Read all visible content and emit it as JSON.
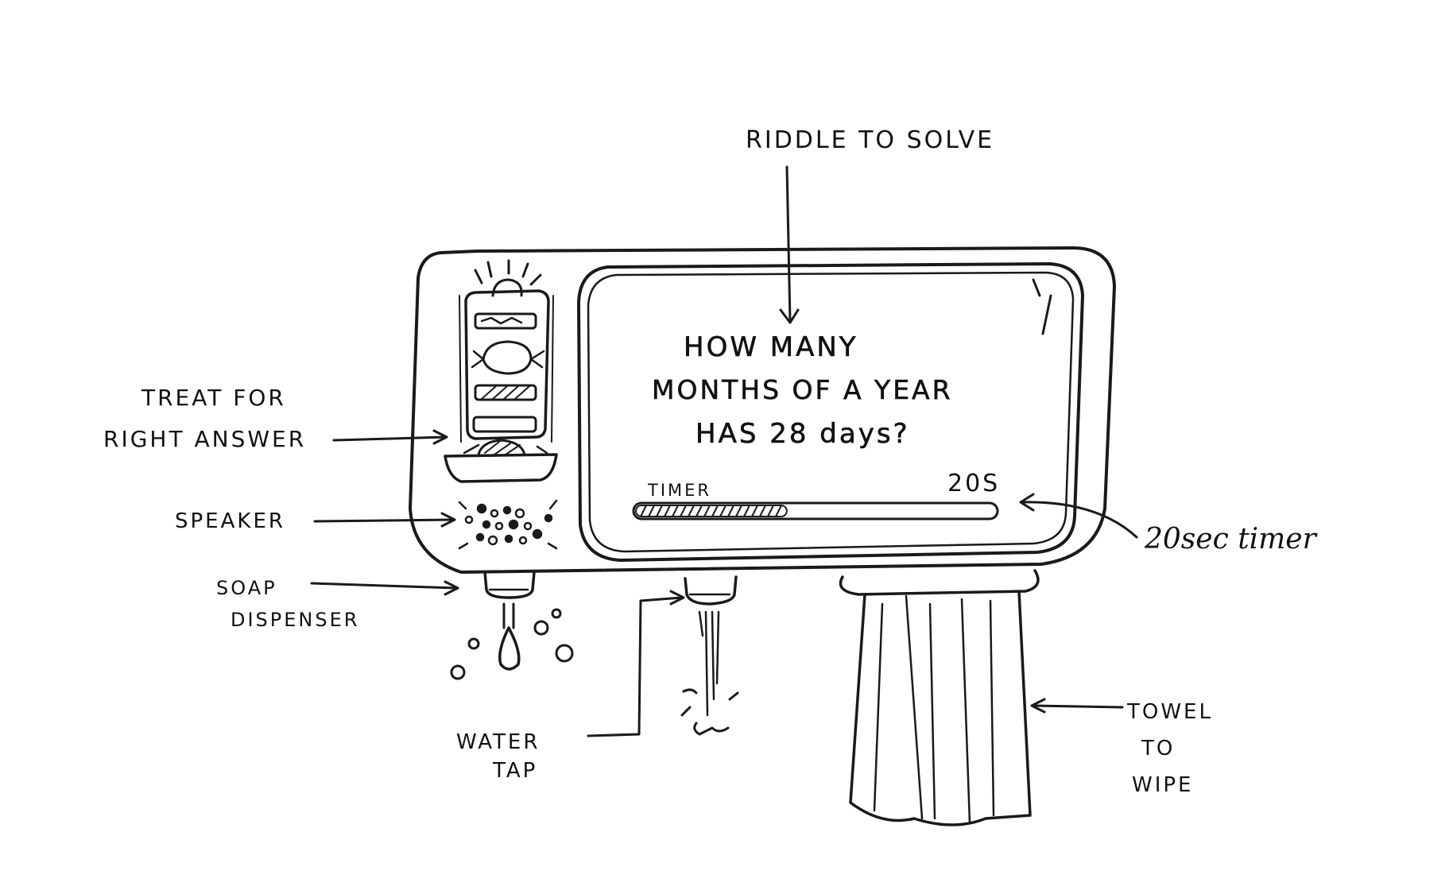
{
  "diagram": {
    "labels": {
      "riddle": "RIDDLE TO SOLVE",
      "treat_line1": "TREAT FOR",
      "treat_line2": "RIGHT ANSWER",
      "speaker": "SPEAKER",
      "soap_line1": "SOAP",
      "soap_line2": "DISPENSER",
      "water_line1": "WATER",
      "water_line2": "TAP",
      "towel_line1": "TOWEL",
      "towel_line2": "TO",
      "towel_line3": "WIPE",
      "timer_note": "20sec timer"
    },
    "screen": {
      "question_line1": "HOW MANY",
      "question_line2": "MONTHS OF A YEAR",
      "question_line3": "HAS  28  days?",
      "timer_label": "TIMER",
      "timer_value": "20S"
    },
    "timer_progress_fraction": 0.42
  }
}
